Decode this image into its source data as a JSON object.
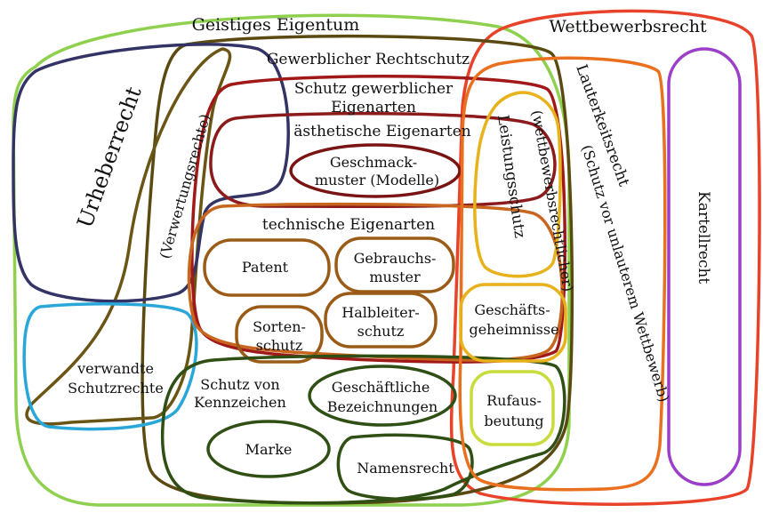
{
  "diagram": {
    "labels": {
      "geistiges_eigentum": "Geistiges Eigentum",
      "wettbewerbsrecht": "Wettbewerbsrecht",
      "gewerblicher_rechtschutz": "Gewerblicher Rechtschutz",
      "schutz_gewerblicher_eigenarten_1": "Schutz gewerblicher",
      "schutz_gewerblicher_eigenarten_2": "Eigenarten",
      "aesthetische_eigenarten": "ästhetische Eigenarten",
      "geschmacksmuster_1": "Geschmack-",
      "geschmacksmuster_2": "muster (Modelle)",
      "technische_eigenarten": "technische Eigenarten",
      "patent": "Patent",
      "gebrauchsmuster_1": "Gebrauchs-",
      "gebrauchsmuster_2": "muster",
      "halbleiterschutz_1": "Halbleiter-",
      "halbleiterschutz_2": "schutz",
      "sortenschutz_1": "Sorten-",
      "sortenschutz_2": "schutz",
      "urheberrecht": "Urheberrecht",
      "verwertungsrechte": "(Verwertungsrechte)",
      "verwandte_schutzrechte_1": "verwandte",
      "verwandte_schutzrechte_2": "Schutzrechte",
      "schutz_von_kennzeichen_1": "Schutz von",
      "schutz_von_kennzeichen_2": "Kennzeichen",
      "geschaeftliche_bezeichnungen_1": "Geschäftliche",
      "geschaeftliche_bezeichnungen_2": "Bezeichnungen",
      "marke": "Marke",
      "namensrecht": "Namensrecht",
      "leistungsschutz_1": "(wettbewerbsrechtlicher)",
      "leistungsschutz_2": "Leistungsschutz",
      "geschaeftsgeheimnisse_1": "Geschäfts-",
      "geschaeftsgeheimnisse_2": "geheimnisse",
      "rufausbeutung_1": "Rufaus-",
      "rufausbeutung_2": "beutung",
      "lauterkeitsrecht": "Lauterkeitsrecht",
      "schutz_unlauterem_wettbewerb": "(Schutz vor unlauterem  Wettbewerb)",
      "kartellrecht": "Kartellrecht"
    },
    "colors": {
      "geistiges_eigentum": "#8fd14f",
      "wettbewerbsrecht": "#e8432a",
      "gewerblicher_rechtschutz": "#5a4a12",
      "schutz_gewerblicher_eigenarten": "#a01818",
      "aesthetische_eigenarten": "#8c1c1c",
      "geschmacksmuster": "#7a1414",
      "technische_eigenarten": "#c8651e",
      "patent_gebrauchsmuster": "#9a5b17",
      "urheberrecht": "#333366",
      "verwertungsrechte": "#6b5515",
      "verwandte_schutzrechte": "#29a7d9",
      "kennzeichen": "#2f4f14",
      "leistungsschutz": "#e8b21c",
      "geschaeftsgeheimnisse": "#e8b21c",
      "rufausbeutung": "#c8dc3c",
      "lauterkeitsrecht": "#e8701e",
      "kartellrecht": "#9b3fc9"
    }
  }
}
